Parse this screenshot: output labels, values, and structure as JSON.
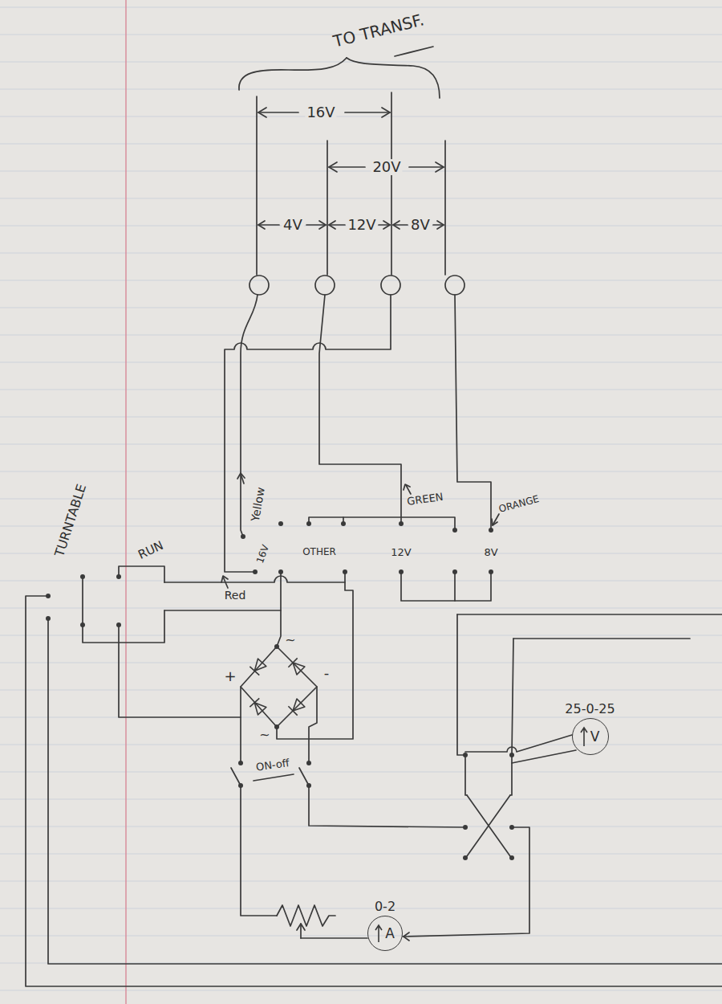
{
  "diagram": {
    "nodes": [
      {
        "text": [
          "25-0-25",
          "V"
        ]
      },
      {
        "text": [
          "0-2",
          "A"
        ]
      }
    ],
    "labels": [
      "TO TRANSF.",
      "16V",
      "20V",
      "4V",
      "12V",
      "8V",
      "Yellow",
      "GREEN",
      "ORANGE",
      "16V",
      "OTHER",
      "12V",
      "8V",
      "Red",
      "TURNTABLE",
      "RUN",
      "~",
      "+",
      "-",
      "~",
      "ON-off"
    ]
  }
}
